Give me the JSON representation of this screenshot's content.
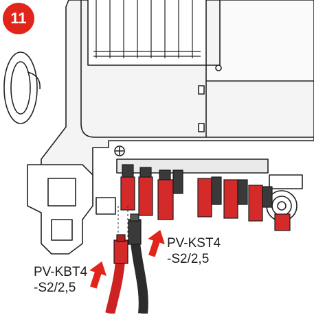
{
  "step": {
    "number": "11"
  },
  "callouts": {
    "male_connector": {
      "line1": "PV-KST4",
      "line2": "-S2/2,5"
    },
    "female_connector": {
      "line1": "PV-KBT4",
      "line2": "-S2/2,5"
    }
  },
  "colors": {
    "badge": "#e1251b",
    "connector_red": "#d42a2a",
    "connector_dark": "#3a3a3a",
    "cable_red": "#cc2222",
    "cable_black": "#2c2c2c",
    "housing_outline": "#222222",
    "housing_fill": "#f4f4f4"
  },
  "icons": [
    "arrow-up-icon",
    "arrow-up-icon"
  ]
}
